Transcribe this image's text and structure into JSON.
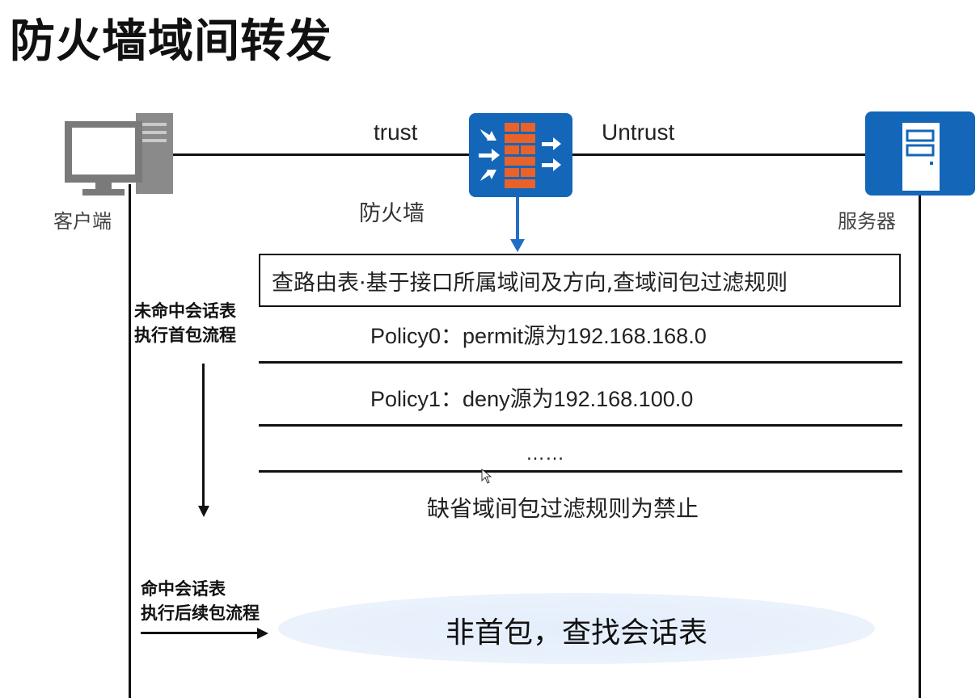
{
  "title": "防火墙域间转发",
  "nodes": {
    "client_label": "客户端",
    "firewall_label": "防火墙",
    "server_label": "服务器"
  },
  "links": {
    "trust_label": "trust",
    "untrust_label": "Untrust"
  },
  "lookup_box": "查路由表·基于接口所属域间及方向,查域间包过滤规则",
  "policies": [
    "Policy0：permit源为192.168.168.0",
    "Policy1：deny源为192.168.100.0",
    "……"
  ],
  "default_rule": "缺省域间包过滤规则为禁止",
  "first_packet_note": [
    "未命中会话表",
    "执行首包流程"
  ],
  "subsequent_packet_note": [
    "命中会话表",
    "执行后续包流程"
  ],
  "session_lookup": "非首包，查找会话表",
  "colors": {
    "firewall_blue": "#1466b8",
    "server_blue": "#1466b8",
    "brick_orange": "#e8622a",
    "computer_gray": "#7d7d7d",
    "arrow_blue": "#1f6fc5",
    "ellipse_fill": "#e6eefa"
  },
  "icons": [
    "computer-icon",
    "firewall-icon",
    "server-icon"
  ]
}
